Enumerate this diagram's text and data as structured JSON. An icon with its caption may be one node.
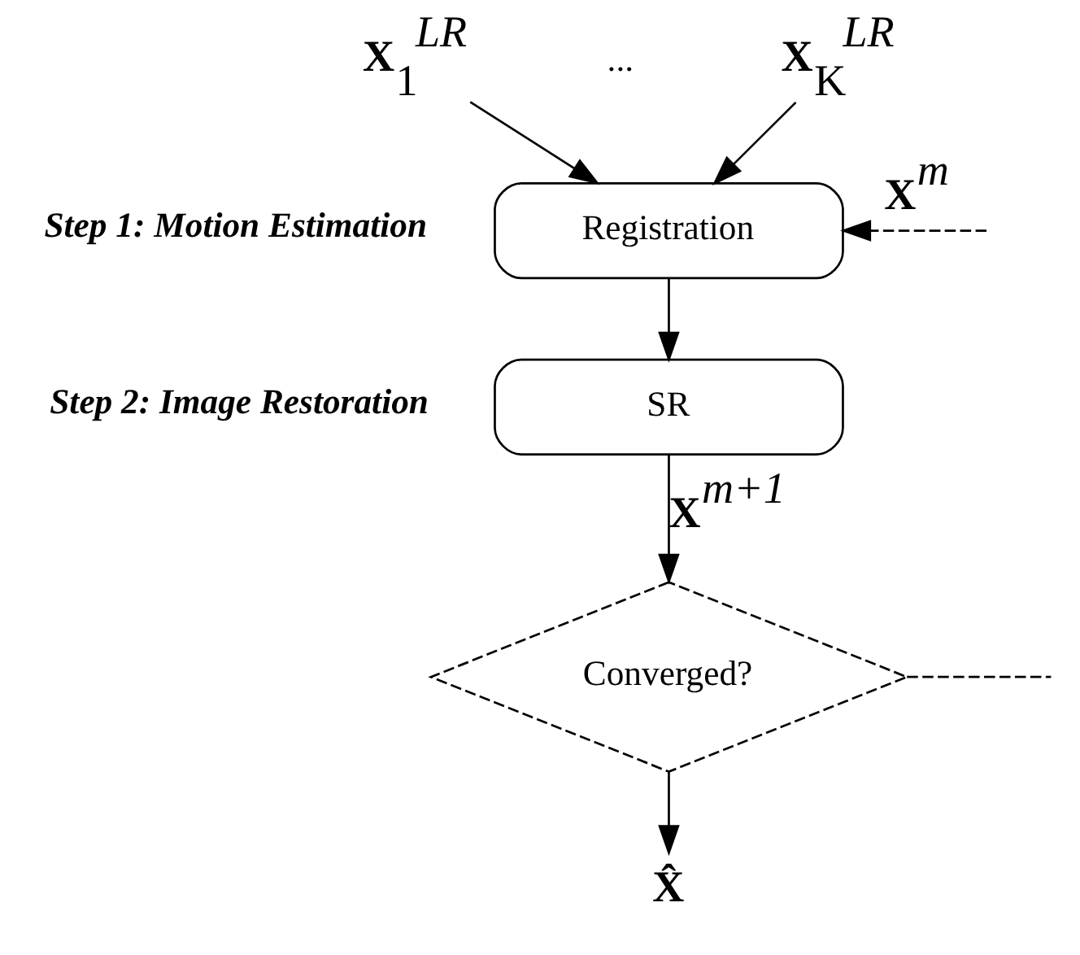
{
  "diagram": {
    "nodes": [
      {
        "text": [
          "**X**$_{1}$$^{LR}$"
        ]
      },
      {
        "text": [
          "**X**$_{K}$$^{LR}$"
        ]
      },
      {
        "text": [
          "Registration"
        ],
        "beside": [
          "Step 1: Motion Estimation"
        ]
      },
      {
        "text": [
          "SR"
        ],
        "beside": [
          "Step 2: Image Restoration"
        ]
      },
      {
        "text": [
          "Converged?"
        ]
      },
      {
        "text": [
          "**X̂**"
        ]
      }
    ],
    "edges": [
      {
        "from": 0,
        "to": 2,
        "arrow": "to"
      },
      {
        "from": 1,
        "to": 2,
        "arrow": "to"
      },
      {
        "from": 2,
        "to": 3,
        "arrow": "to"
      },
      {
        "from": 3,
        "to": 4,
        "arrow": "to",
        "label": "**X**$^{m+1}$"
      },
      {
        "from": 4,
        "to": 5,
        "arrow": "to"
      },
      {
        "from": 4,
        "to": null,
        "arrow": "none",
        "style": "dashed"
      },
      {
        "from": null,
        "to": 2,
        "arrow": "to",
        "style": "dashed",
        "label": "**X**$^{m}$"
      }
    ],
    "labels": [
      "..."
    ]
  }
}
